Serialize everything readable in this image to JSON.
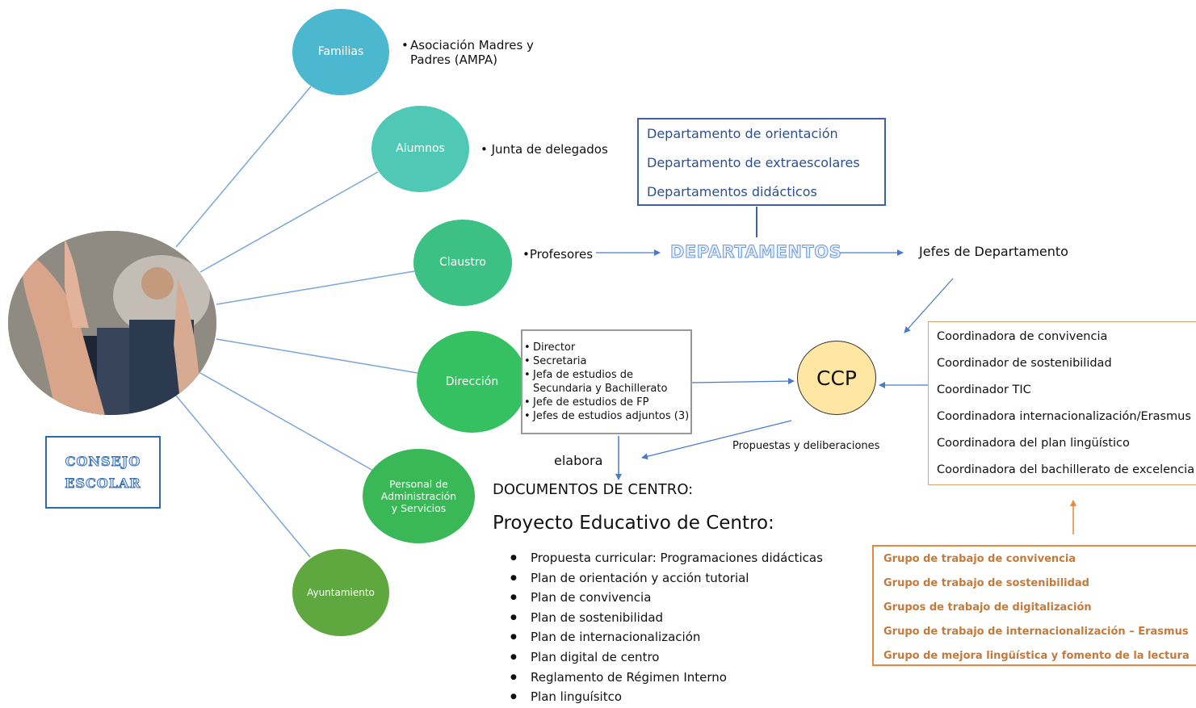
{
  "stakeholders": {
    "familias": {
      "label": "Familias",
      "bullet": "Asociación Madres y Padres (AMPA)"
    },
    "alumnos": {
      "label": "Alumnos",
      "bullet": "Junta de delegados"
    },
    "claustro": {
      "label": "Claustro",
      "bullet": "Profesores"
    },
    "direccion": {
      "label": "Dirección",
      "members": [
        "Director",
        "Secretaria",
        "Jefa de estudios de Secundaria y Bachillerato",
        "Jefe de estudios de FP",
        "Jefes de estudios adjuntos (3)"
      ]
    },
    "pas": {
      "label": "Personal de Administración y Servicios"
    },
    "ayuntamiento": {
      "label": "Ayuntamiento"
    }
  },
  "consejo": {
    "line1": "CONSEJO",
    "line2": "ESCOLAR"
  },
  "departments_box": [
    "Departamento de orientación",
    "Departamento de extraescolares",
    "Departamentos didácticos"
  ],
  "departamentos_label": "DEPARTAMENTOS",
  "jefes_label": "Jefes de Departamento",
  "ccp_label": "CCP",
  "coordinators": [
    "Coordinadora de convivencia",
    "Coordinador de sostenibilidad",
    "Coordinador TIC",
    "Coordinadora internacionalización/Erasmus",
    "Coordinadora del plan lingüístico",
    "Coordinadora del bachillerato de excelencia"
  ],
  "groups": [
    "Grupo de trabajo de convivencia",
    "Grupo de trabajo de sostenibilidad",
    "Grupos de trabajo de digitalización",
    "Grupo de trabajo de internacionalización – Erasmus",
    "Grupo de mejora lingüística y fomento de la lectura"
  ],
  "propuestas_label": "Propuestas y deliberaciones",
  "elabora_label": "elabora",
  "documentos_title": "DOCUMENTOS DE CENTRO:",
  "pec_title": "Proyecto Educativo de Centro:",
  "pec_items": [
    "Propuesta curricular: Programaciones didácticas",
    "Plan de orientación y acción tutorial",
    "Plan de convivencia",
    "Plan de sostenibilidad",
    "Plan de internacionalización",
    "Plan digital de centro",
    "Reglamento de Régimen Interno",
    "Plan linguísitco"
  ],
  "colors": {
    "familias": "#4cb8cf",
    "alumnos": "#4fc9b5",
    "claustro": "#3cc084",
    "direccion": "#35c061",
    "pas": "#3ab858",
    "ayuntamiento": "#5fa83f",
    "ccp": "#ffe7a3",
    "dept_border": "#3f5fa8",
    "group_text": "#c47a3a",
    "group_border": "#e88840"
  }
}
